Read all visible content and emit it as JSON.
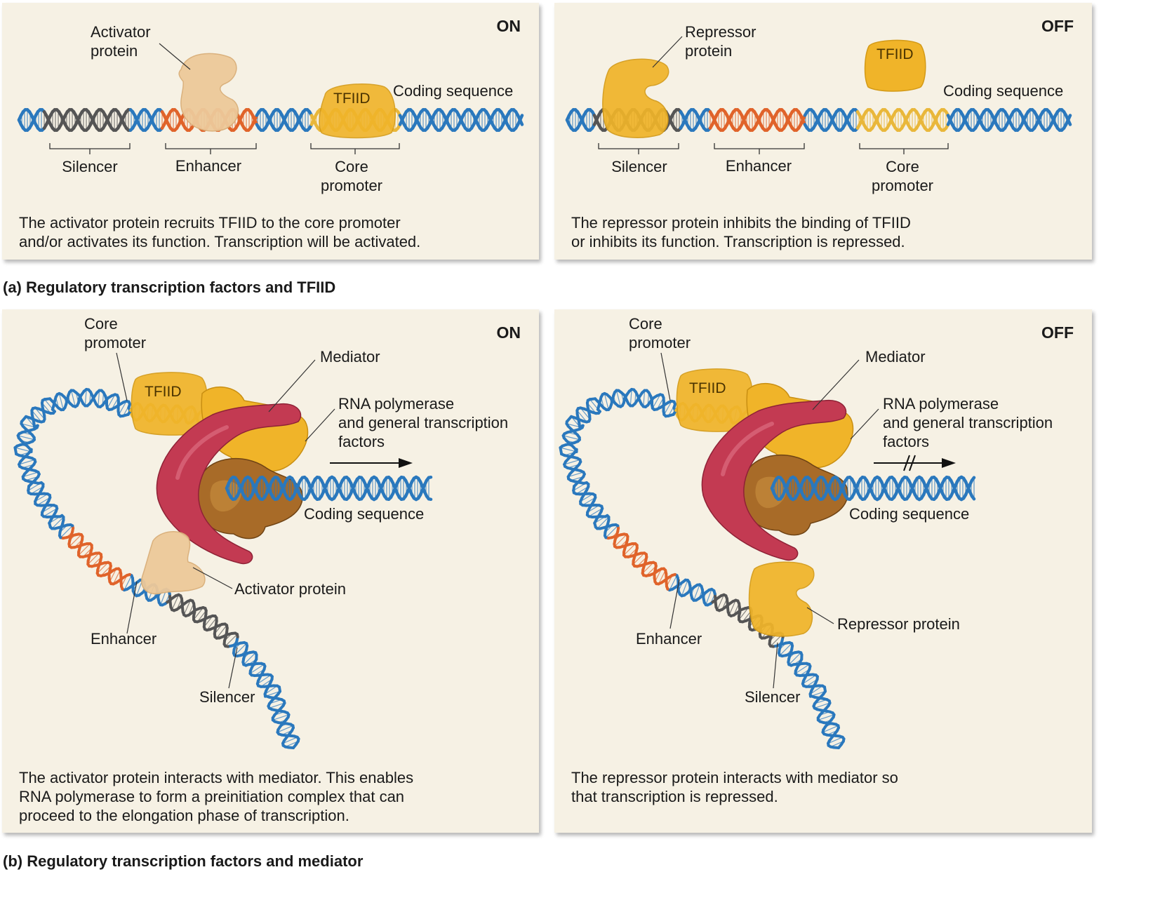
{
  "panel_a_on": {
    "state": "ON",
    "labels": {
      "activator": "Activator\nprotein",
      "tfiid": "TFIID",
      "coding": "Coding sequence",
      "silencer": "Silencer",
      "enhancer": "Enhancer",
      "core_promoter": "Core\npromoter"
    },
    "caption": "The activator protein recruits TFIID to the core promoter\nand/or activates its function. Transcription will be activated."
  },
  "panel_a_off": {
    "state": "OFF",
    "labels": {
      "repressor": "Repressor\nprotein",
      "tfiid": "TFIID",
      "coding": "Coding sequence",
      "silencer": "Silencer",
      "enhancer": "Enhancer",
      "core_promoter": "Core\npromoter"
    },
    "caption": "The repressor protein inhibits the binding of TFIID\nor inhibits its function. Transcription is repressed."
  },
  "section_a_title": "(a) Regulatory transcription factors and TFIID",
  "panel_b_on": {
    "state": "ON",
    "labels": {
      "core_promoter": "Core\npromoter",
      "tfiid": "TFIID",
      "mediator": "Mediator",
      "rnapol": "RNA polymerase\nand general transcription\nfactors",
      "coding": "Coding sequence",
      "activator": "Activator protein",
      "enhancer": "Enhancer",
      "silencer": "Silencer"
    },
    "caption": "The activator protein interacts with mediator. This enables\nRNA polymerase to form a preinitiation complex that can\nproceed to the elongation phase of transcription."
  },
  "panel_b_off": {
    "state": "OFF",
    "labels": {
      "core_promoter": "Core\npromoter",
      "tfiid": "TFIID",
      "mediator": "Mediator",
      "rnapol": "RNA polymerase\nand general transcription\nfactors",
      "coding": "Coding sequence",
      "repressor": "Repressor protein",
      "enhancer": "Enhancer",
      "silencer": "Silencer"
    },
    "caption": "The repressor protein interacts with mediator so\nthat transcription is repressed."
  },
  "section_b_title": "(b) Regulatory transcription factors and mediator",
  "colors": {
    "panel_bg": "#f6f1e4",
    "dna_blue": "#2a78bd",
    "silencer_gray": "#555555",
    "enhancer_orange": "#e0632a",
    "promoter_yellow": "#e9b73a",
    "tfiid_gold": "#f0b429",
    "activator_tan": "#edc99a",
    "mediator_red": "#c8374f",
    "polymerase_brown": "#9a6323"
  }
}
